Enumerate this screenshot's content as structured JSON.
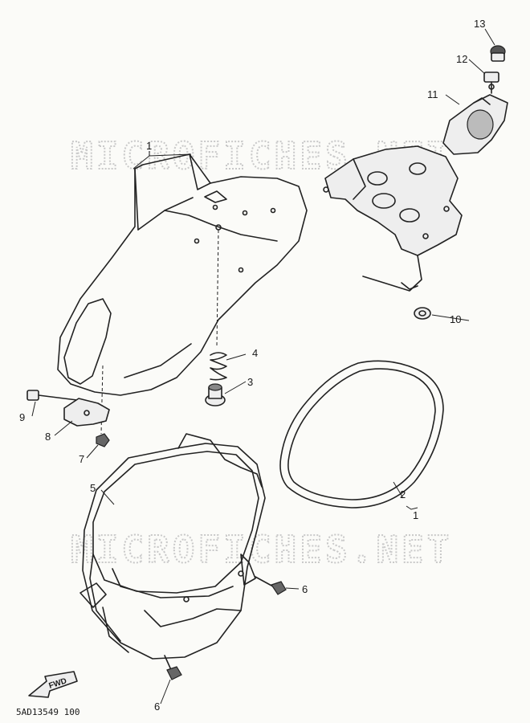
{
  "callouts": {
    "c1_seat": "1",
    "c1_gasket": "1",
    "c2": "2",
    "c3": "3",
    "c4": "4",
    "c5": "5",
    "c6_a": "6",
    "c6_b": "6",
    "c7": "7",
    "c8": "8",
    "c9": "9",
    "c10": "10",
    "c11": "11",
    "c12": "12",
    "c13": "13"
  },
  "watermark": {
    "top": "MICROFICHES.NET",
    "bottom": "MICROFICHES.NET"
  },
  "front_arrow": "FWD",
  "footer_code": "5AD13549 100"
}
